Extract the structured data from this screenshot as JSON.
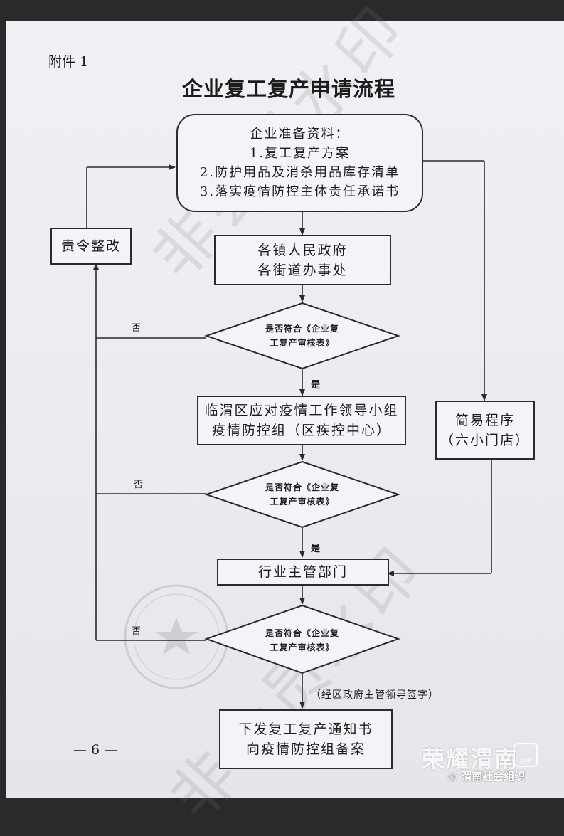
{
  "header": {
    "attachment": "附件 1",
    "title": "企业复工复产申请流程"
  },
  "nodes": {
    "prepare": {
      "heading": "企业准备资料：",
      "items": [
        "1.复工复产方案",
        "2.防护用品及消杀用品库存清单",
        "3.落实疫情防控主体责任承诺书"
      ]
    },
    "town": {
      "lines": [
        "各镇人民政府",
        "各街道办事处"
      ]
    },
    "check1": {
      "lines": [
        "是否符合《企业复",
        "工复产审核表》"
      ]
    },
    "district": {
      "lines": [
        "临渭区应对疫情工作领导小组",
        "疫情防控组（区疾控中心）"
      ]
    },
    "check2": {
      "lines": [
        "是否符合《企业复",
        "工复产审核表》"
      ]
    },
    "industry": {
      "lines": [
        "行业主管部门"
      ]
    },
    "check3": {
      "lines": [
        "是否符合《企业复",
        "工复产审核表》"
      ]
    },
    "sign_note": "（经区政府主管领导签字）",
    "notice": {
      "lines": [
        "下发复工复产通知书",
        "向疫情防控组备案"
      ]
    },
    "rectify": {
      "lines": [
        "责令整改"
      ]
    },
    "simple": {
      "lines": [
        "简易程序",
        "（六小门店）"
      ]
    }
  },
  "edges": {
    "yes": "是",
    "no": "否"
  },
  "page_number": "— 6 —",
  "watermark": "非会员水印",
  "source": {
    "logo": "荣耀渭南",
    "app_badge": "APP",
    "wechat": "渭南社会组织"
  }
}
